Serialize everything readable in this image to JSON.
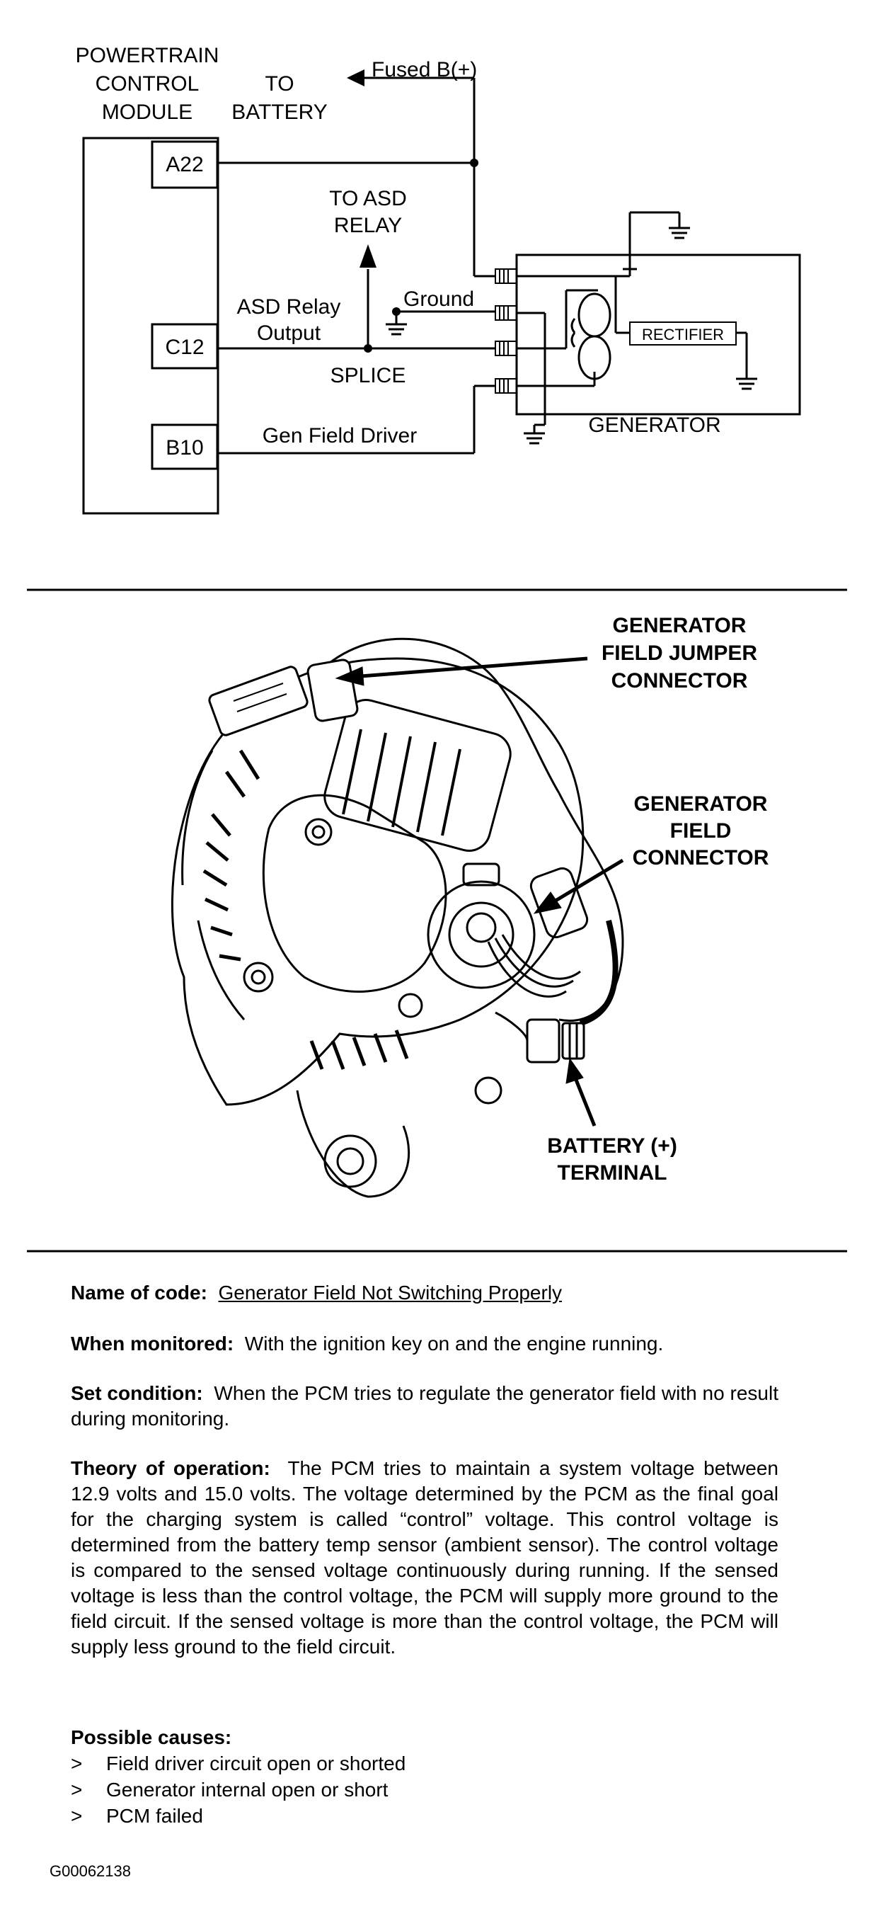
{
  "schematic": {
    "pcm_label": [
      "POWERTRAIN",
      "CONTROL",
      "MODULE"
    ],
    "to_battery": [
      "TO",
      "BATTERY"
    ],
    "fused_b": "Fused B(+)",
    "pins": [
      "A22",
      "C12",
      "B10"
    ],
    "to_asd_relay": [
      "TO ASD",
      "RELAY"
    ],
    "asd_relay_output": [
      "ASD Relay",
      "Output"
    ],
    "ground": "Ground",
    "splice": "SPLICE",
    "gen_field_driver": "Gen Field Driver",
    "rectifier": "RECTIFIER",
    "generator": "GENERATOR"
  },
  "illustration": {
    "jumper_connector": [
      "GENERATOR",
      "FIELD JUMPER",
      "CONNECTOR"
    ],
    "field_connector": [
      "GENERATOR",
      "FIELD",
      "CONNECTOR"
    ],
    "battery_terminal": [
      "BATTERY (+)",
      "TERMINAL"
    ]
  },
  "description": {
    "name_label": "Name of code:",
    "name_value": "Generator Field Not Switching Properly",
    "monitored_label": "When monitored:",
    "monitored_value": "With the ignition key on and the engine running.",
    "set_label": "Set condition:",
    "set_value": "When the PCM tries to regulate the generator field with no result during monitoring.",
    "theory_label": "Theory of operation:",
    "theory_value": "The PCM tries to maintain a system voltage between 12.9 volts and 15.0 volts. The voltage determined by the PCM as the final goal for the charging system is called “control” voltage. This control voltage is determined from the battery temp sensor (ambient sensor). The control voltage is compared to the sensed voltage continuously during running. If the sensed voltage is less than the control voltage, the PCM will supply more ground to the field circuit. If the sensed voltage is more than the control voltage, the PCM will supply less ground to the field circuit.",
    "causes_label": "Possible causes:",
    "causes": [
      "Field driver circuit open or shorted",
      "Generator internal open or short",
      "PCM failed"
    ],
    "bullet": ">"
  },
  "figure_id": "G00062138"
}
